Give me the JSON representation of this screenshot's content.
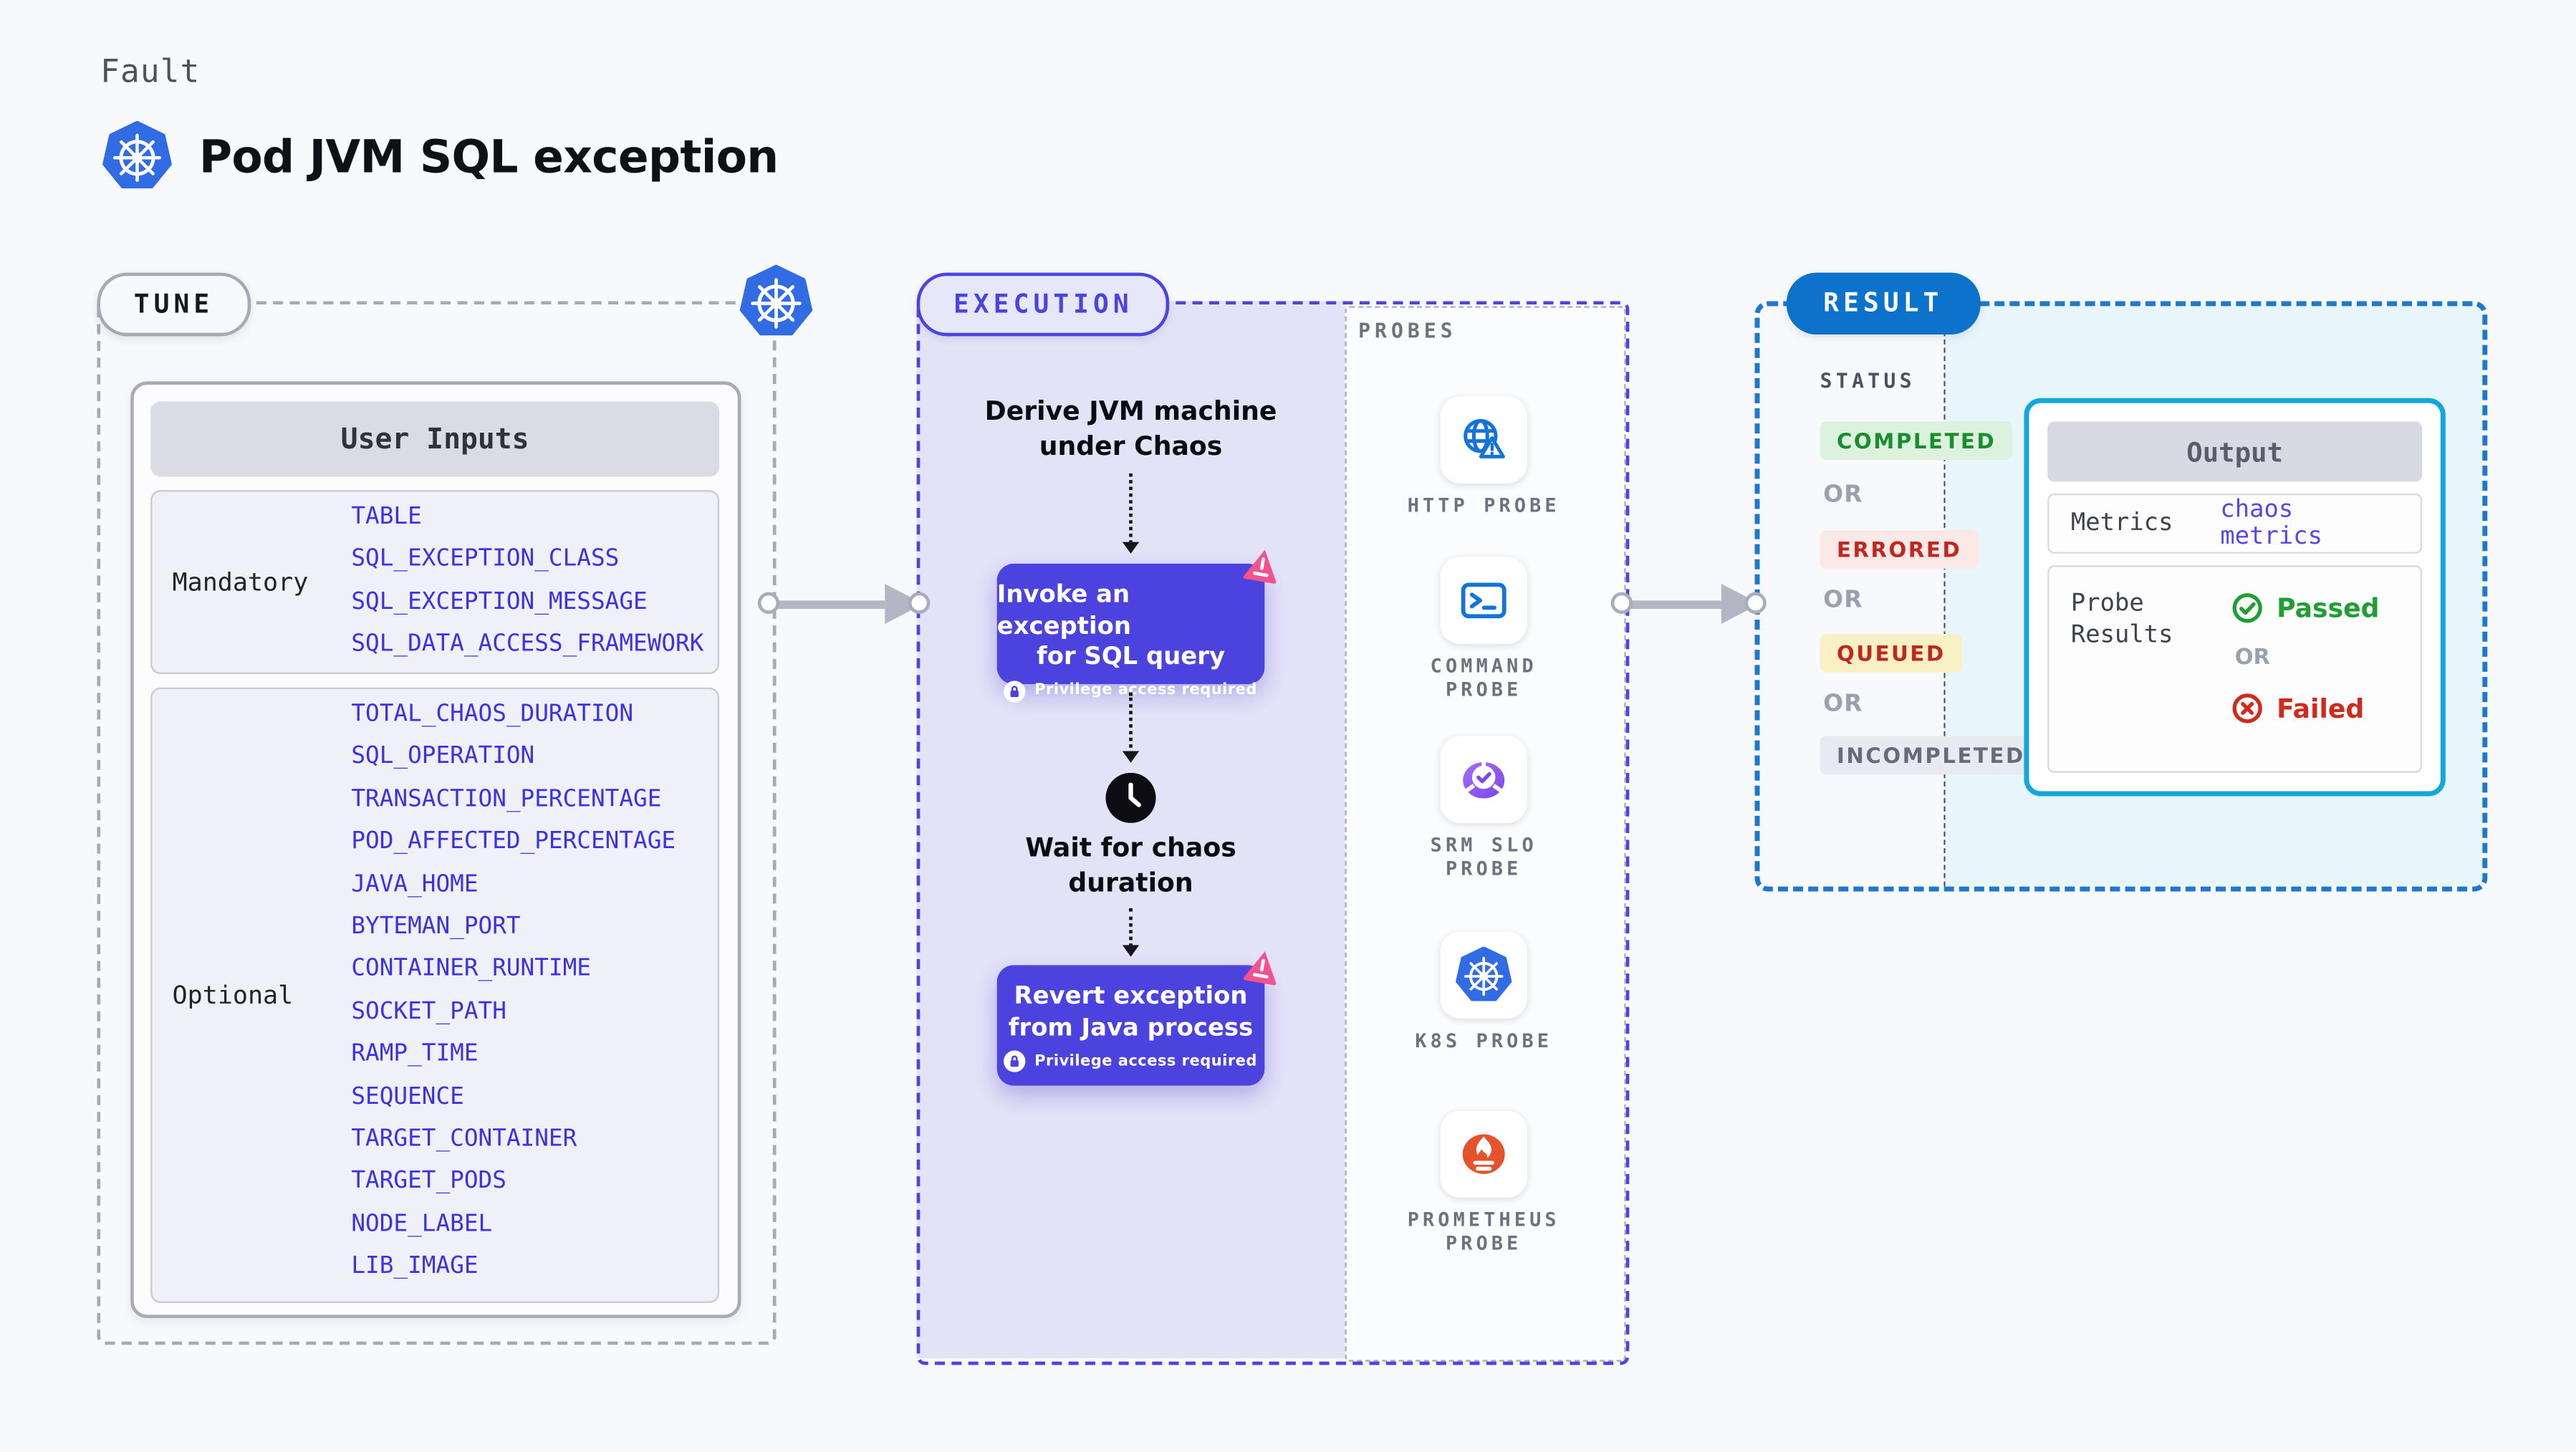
{
  "page": {
    "background": "#F8F9FC"
  },
  "header": {
    "eyebrow": "Fault",
    "title": "Pod JVM SQL exception",
    "logo": "kubernetes-icon"
  },
  "tune": {
    "badge": "TUNE",
    "table_title": "User Inputs",
    "mandatory_label": "Mandatory",
    "mandatory_items": [
      "TABLE",
      "SQL_EXCEPTION_CLASS",
      "SQL_EXCEPTION_MESSAGE",
      "SQL_DATA_ACCESS_FRAMEWORK"
    ],
    "optional_label": "Optional",
    "optional_items": [
      "TOTAL_CHAOS_DURATION",
      "SQL_OPERATION",
      "TRANSACTION_PERCENTAGE",
      "POD_AFFECTED_PERCENTAGE",
      "JAVA_HOME",
      "BYTEMAN_PORT",
      "CONTAINER_RUNTIME",
      "SOCKET_PATH",
      "RAMP_TIME",
      "SEQUENCE",
      "TARGET_CONTAINER",
      "TARGET_PODS",
      "NODE_LABEL",
      "LIB_IMAGE"
    ]
  },
  "execution": {
    "badge": "EXECUTION",
    "step1_lines": [
      "Derive JVM machine",
      "under Chaos"
    ],
    "invoke_lines": [
      "Invoke an exception",
      "for SQL query"
    ],
    "invoke_privilege": "Privilege access required",
    "wait_lines": [
      "Wait for chaos",
      "duration"
    ],
    "revert_lines": [
      "Revert exception",
      "from Java process"
    ],
    "revert_privilege": "Privilege access required"
  },
  "probes": {
    "label": "PROBES",
    "items": [
      {
        "icon": "http-probe-icon",
        "label_lines": [
          "HTTP PROBE"
        ]
      },
      {
        "icon": "command-probe-icon",
        "label_lines": [
          "COMMAND",
          "PROBE"
        ]
      },
      {
        "icon": "srm-slo-probe-icon",
        "label_lines": [
          "SRM SLO",
          "PROBE"
        ]
      },
      {
        "icon": "k8s-probe-icon",
        "label_lines": [
          "K8S PROBE"
        ]
      },
      {
        "icon": "prometheus-probe-icon",
        "label_lines": [
          "PROMETHEUS",
          "PROBE"
        ]
      }
    ]
  },
  "result": {
    "badge": "RESULT",
    "status_label": "STATUS",
    "or_label": "OR",
    "statuses": [
      {
        "text": "COMPLETED",
        "color": "#1A8D2F",
        "background": "#DCF1DE"
      },
      {
        "text": "ERRORED",
        "color": "#C0271E",
        "background": "#FBE9E7"
      },
      {
        "text": "QUEUED",
        "color": "#C0271E",
        "background": "#FAF0C6"
      },
      {
        "text": "INCOMPLETED",
        "color": "#676B7C",
        "background": "#E9EAF1"
      }
    ],
    "output": {
      "title": "Output",
      "metrics_label": "Metrics",
      "metrics_value": "chaos metrics",
      "probe_results_lines": [
        "Probe",
        "Results"
      ],
      "passed": "Passed",
      "or_label": "OR",
      "failed": "Failed"
    }
  },
  "colors": {
    "indigo": "#4C42DD",
    "indigo_light": "#E3E3F8",
    "result_blue": "#0C72CB",
    "cyan_border": "#14A6DF",
    "light_blue_bg": "#E8F6FC",
    "green": "#1F9E33",
    "red": "#CE2A1E",
    "pink": "#F2538F",
    "kubernetes_blue": "#326CE5",
    "prometheus_orange": "#E6522C",
    "srm_purple": "#8F5BF2",
    "grey_border": "#A6AAB5",
    "item_blue": "#3B32E3"
  },
  "icons": {
    "kubernetes-icon": "blue heptagon with white ship wheel",
    "lock-icon": "padlock in white circle",
    "chaos-icon": "pink pinwheel triangle",
    "clock-icon": "black clock face",
    "http-probe-icon": "globe with warning triangle",
    "command-probe-icon": "terminal window",
    "srm-slo-probe-icon": "purple gauge with check",
    "k8s-probe-icon": "kubernetes wheel",
    "prometheus-probe-icon": "orange torch flame",
    "passed-icon": "green check circle",
    "failed-icon": "red cross circle",
    "flow-arrow-icon": "grey arrow with node endpoints"
  }
}
